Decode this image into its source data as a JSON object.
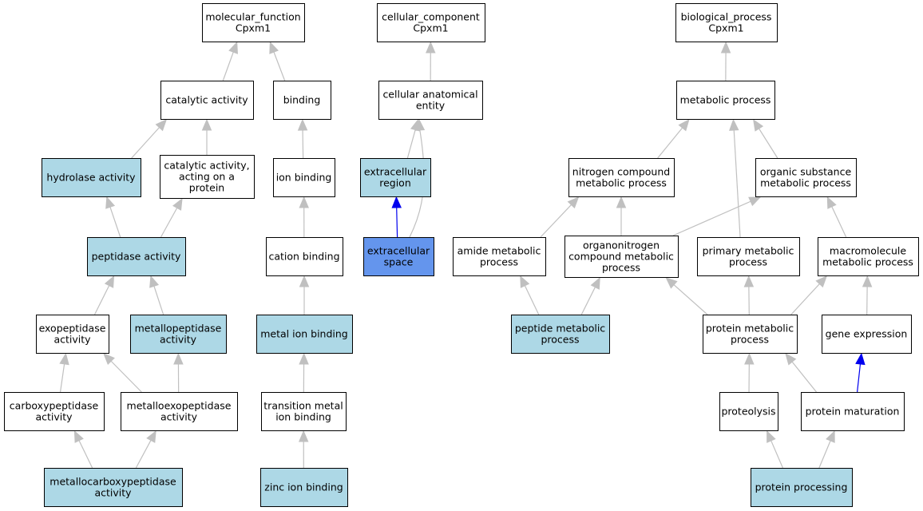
{
  "colors": {
    "plain": "#ffffff",
    "highlight": "#add8e6",
    "focus": "#6495ed",
    "edge_default": "#c0c0c0",
    "edge_regulates": "#0000ee"
  },
  "nodes": {
    "mf_root": {
      "lines": [
        "molecular_function",
        "Cpxm1"
      ],
      "fill": "plain"
    },
    "cc_root": {
      "lines": [
        "cellular_component",
        "Cpxm1"
      ],
      "fill": "plain"
    },
    "bp_root": {
      "lines": [
        "biological_process",
        "Cpxm1"
      ],
      "fill": "plain"
    },
    "catalytic": {
      "lines": [
        "catalytic activity"
      ],
      "fill": "plain"
    },
    "binding": {
      "lines": [
        "binding"
      ],
      "fill": "plain"
    },
    "cae": {
      "lines": [
        "cellular anatomical",
        "entity"
      ],
      "fill": "plain"
    },
    "metabolic": {
      "lines": [
        "metabolic process"
      ],
      "fill": "plain"
    },
    "hydrolase": {
      "lines": [
        "hydrolase activity"
      ],
      "fill": "highlight"
    },
    "cat_protein": {
      "lines": [
        "catalytic activity,",
        "acting on a",
        "protein"
      ],
      "fill": "plain"
    },
    "ion_binding": {
      "lines": [
        "ion binding"
      ],
      "fill": "plain"
    },
    "extracell_region": {
      "lines": [
        "extracellular",
        "region"
      ],
      "fill": "highlight"
    },
    "nitrogen": {
      "lines": [
        "nitrogen compound",
        "metabolic process"
      ],
      "fill": "plain"
    },
    "organic": {
      "lines": [
        "organic substance",
        "metabolic process"
      ],
      "fill": "plain"
    },
    "peptidase": {
      "lines": [
        "peptidase activity"
      ],
      "fill": "highlight"
    },
    "cation": {
      "lines": [
        "cation binding"
      ],
      "fill": "plain"
    },
    "extracell_space": {
      "lines": [
        "extracellular",
        "space"
      ],
      "fill": "focus"
    },
    "amide": {
      "lines": [
        "amide metabolic",
        "process"
      ],
      "fill": "plain"
    },
    "organonitrogen": {
      "lines": [
        "organonitrogen",
        "compound metabolic",
        "process"
      ],
      "fill": "plain"
    },
    "primary": {
      "lines": [
        "primary metabolic",
        "process"
      ],
      "fill": "plain"
    },
    "macromolecule": {
      "lines": [
        "macromolecule",
        "metabolic process"
      ],
      "fill": "plain"
    },
    "exopeptidase": {
      "lines": [
        "exopeptidase",
        "activity"
      ],
      "fill": "plain"
    },
    "metallopeptidase": {
      "lines": [
        "metallopeptidase",
        "activity"
      ],
      "fill": "highlight"
    },
    "metal_ion": {
      "lines": [
        "metal ion binding"
      ],
      "fill": "highlight"
    },
    "peptide_met": {
      "lines": [
        "peptide metabolic",
        "process"
      ],
      "fill": "highlight"
    },
    "protein_met": {
      "lines": [
        "protein metabolic",
        "process"
      ],
      "fill": "plain"
    },
    "gene_expr": {
      "lines": [
        "gene expression"
      ],
      "fill": "plain"
    },
    "carboxypeptidase": {
      "lines": [
        "carboxypeptidase",
        "activity"
      ],
      "fill": "plain"
    },
    "metalloexo": {
      "lines": [
        "metalloexopeptidase",
        "activity"
      ],
      "fill": "plain"
    },
    "transition": {
      "lines": [
        "transition metal",
        "ion binding"
      ],
      "fill": "plain"
    },
    "proteolysis": {
      "lines": [
        "proteolysis"
      ],
      "fill": "plain"
    },
    "protein_maturation": {
      "lines": [
        "protein maturation"
      ],
      "fill": "plain"
    },
    "metallocarboxy": {
      "lines": [
        "metallocarboxypeptidase",
        "activity"
      ],
      "fill": "highlight"
    },
    "zinc": {
      "lines": [
        "zinc ion binding"
      ],
      "fill": "highlight"
    },
    "protein_processing": {
      "lines": [
        "protein processing"
      ],
      "fill": "highlight"
    }
  },
  "edges": [
    {
      "from": "catalytic",
      "to": "mf_root",
      "type": "is_a"
    },
    {
      "from": "binding",
      "to": "mf_root",
      "type": "is_a"
    },
    {
      "from": "hydrolase",
      "to": "catalytic",
      "type": "is_a"
    },
    {
      "from": "cat_protein",
      "to": "catalytic",
      "type": "is_a"
    },
    {
      "from": "peptidase",
      "to": "hydrolase",
      "type": "is_a"
    },
    {
      "from": "peptidase",
      "to": "cat_protein",
      "type": "is_a"
    },
    {
      "from": "exopeptidase",
      "to": "peptidase",
      "type": "is_a"
    },
    {
      "from": "metallopeptidase",
      "to": "peptidase",
      "type": "is_a"
    },
    {
      "from": "carboxypeptidase",
      "to": "exopeptidase",
      "type": "is_a"
    },
    {
      "from": "metalloexo",
      "to": "exopeptidase",
      "type": "is_a"
    },
    {
      "from": "metalloexo",
      "to": "metallopeptidase",
      "type": "is_a"
    },
    {
      "from": "metallocarboxy",
      "to": "carboxypeptidase",
      "type": "is_a"
    },
    {
      "from": "metallocarboxy",
      "to": "metalloexo",
      "type": "is_a"
    },
    {
      "from": "ion_binding",
      "to": "binding",
      "type": "is_a"
    },
    {
      "from": "cation",
      "to": "ion_binding",
      "type": "is_a"
    },
    {
      "from": "metal_ion",
      "to": "cation",
      "type": "is_a"
    },
    {
      "from": "transition",
      "to": "metal_ion",
      "type": "is_a"
    },
    {
      "from": "zinc",
      "to": "transition",
      "type": "is_a"
    },
    {
      "from": "cae",
      "to": "cc_root",
      "type": "is_a"
    },
    {
      "from": "extracell_region",
      "to": "cae",
      "type": "is_a"
    },
    {
      "from": "extracell_space",
      "to": "extracell_region",
      "type": "part_of"
    },
    {
      "from": "extracell_space",
      "to": "cae",
      "type": "is_a",
      "curve": true
    },
    {
      "from": "metabolic",
      "to": "bp_root",
      "type": "is_a"
    },
    {
      "from": "nitrogen",
      "to": "metabolic",
      "type": "is_a"
    },
    {
      "from": "organic",
      "to": "metabolic",
      "type": "is_a"
    },
    {
      "from": "primary",
      "to": "metabolic",
      "type": "is_a"
    },
    {
      "from": "amide",
      "to": "nitrogen",
      "type": "is_a"
    },
    {
      "from": "organonitrogen",
      "to": "nitrogen",
      "type": "is_a"
    },
    {
      "from": "organonitrogen",
      "to": "organic",
      "type": "is_a"
    },
    {
      "from": "macromolecule",
      "to": "organic",
      "type": "is_a"
    },
    {
      "from": "peptide_met",
      "to": "amide",
      "type": "is_a"
    },
    {
      "from": "peptide_met",
      "to": "organonitrogen",
      "type": "is_a"
    },
    {
      "from": "protein_met",
      "to": "organonitrogen",
      "type": "is_a"
    },
    {
      "from": "protein_met",
      "to": "primary",
      "type": "is_a"
    },
    {
      "from": "protein_met",
      "to": "macromolecule",
      "type": "is_a"
    },
    {
      "from": "gene_expr",
      "to": "macromolecule",
      "type": "is_a"
    },
    {
      "from": "proteolysis",
      "to": "protein_met",
      "type": "is_a"
    },
    {
      "from": "protein_maturation",
      "to": "protein_met",
      "type": "is_a"
    },
    {
      "from": "protein_maturation",
      "to": "gene_expr",
      "type": "part_of"
    },
    {
      "from": "protein_processing",
      "to": "proteolysis",
      "type": "is_a"
    },
    {
      "from": "protein_processing",
      "to": "protein_maturation",
      "type": "is_a"
    }
  ]
}
